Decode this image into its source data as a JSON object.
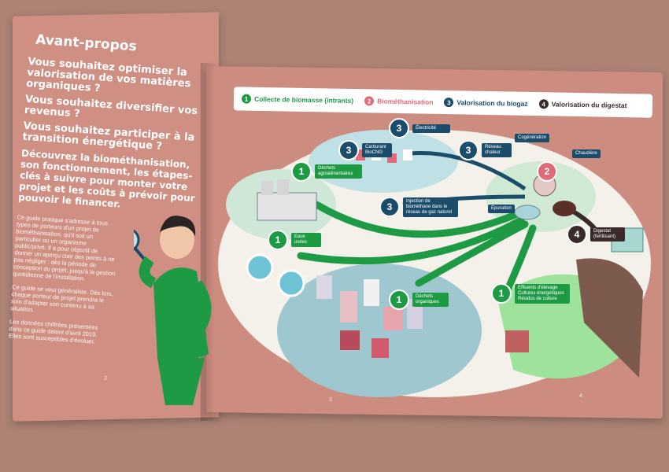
{
  "left_page": {
    "title": "Avant-propos",
    "questions": [
      "Vous souhaitez optimiser la valorisation de vos matières organiques ?",
      "Vous souhaitez diversifier vos revenus ?",
      "Vous souhaitez participer à la transition énergétique ?"
    ],
    "intro": "Découvrez la biométhanisation, son fonctionnement, les étapes-clés à suivre pour monter votre projet et les coûts à prévoir pour pouvoir le financer.",
    "paragraphs": [
      "Ce guide pratique s'adresse à tous types de porteurs d'un projet de biométhanisation, qu'il soit un particulier ou un organisme public/privé. Il a pour objectif de donner un aperçu clair des points à ne pas négliger : dès la période de conception du projet, jusqu'à la gestion quotidienne de l'installation.",
      "Ce guide se veut généraliste. Dès lors, chaque porteur de projet prendra le soin d'adapter son contenu à sa situation.",
      "Les données chiffrées présentées dans ce guide datent d'avril 2019. Elles sont susceptibles d'évoluer."
    ],
    "page_number": "2"
  },
  "right_page": {
    "page_number_a": "3",
    "page_number_b": "4"
  },
  "legend": [
    {
      "num": "1",
      "label": "Collecte de biomasse (intrants)",
      "color": "#1e9a45"
    },
    {
      "num": "2",
      "label": "Biométhanisation",
      "color": "#e06a78"
    },
    {
      "num": "3",
      "label": "Valorisation du biogaz",
      "color": "#1b4d6b"
    },
    {
      "num": "4",
      "label": "Valorisation du digestat",
      "color": "#3b2a2a"
    }
  ],
  "map_labels": {
    "dechets_agro": {
      "num": "1",
      "text": "Déchets agroalimentaires"
    },
    "eaux_usees": {
      "num": "1",
      "text": "Eaux usées"
    },
    "dechets_org": {
      "num": "1",
      "text": "Déchets organiques"
    },
    "effluents": {
      "num": "1",
      "text": "Effluents d'élevage Cultures énergétiques Résidus de culture"
    },
    "electricite": {
      "num": "3",
      "text": "Électricité"
    },
    "carburant": {
      "num": "3",
      "text": "Carburant BioCNG"
    },
    "reseau_chaleur": {
      "num": "3",
      "text": "Réseau chaleur"
    },
    "injection": {
      "num": "3",
      "text": "Injection de biométhane dans le réseau de gaz naturel"
    },
    "cogeneration": {
      "num": "",
      "text": "Cogénération"
    },
    "chaudiere": {
      "num": "",
      "text": "Chaudière"
    },
    "epuration": {
      "num": "",
      "text": "Épuration"
    },
    "biomethanisation": {
      "num": "2",
      "text": ""
    },
    "digestat": {
      "num": "4",
      "text": "Digestat (fertilisant)"
    }
  },
  "colors": {
    "page": "#cd8c80",
    "green": "#1e9a45",
    "pink": "#e06a78",
    "navy": "#1b4d6b",
    "brown": "#3b2a2a"
  }
}
